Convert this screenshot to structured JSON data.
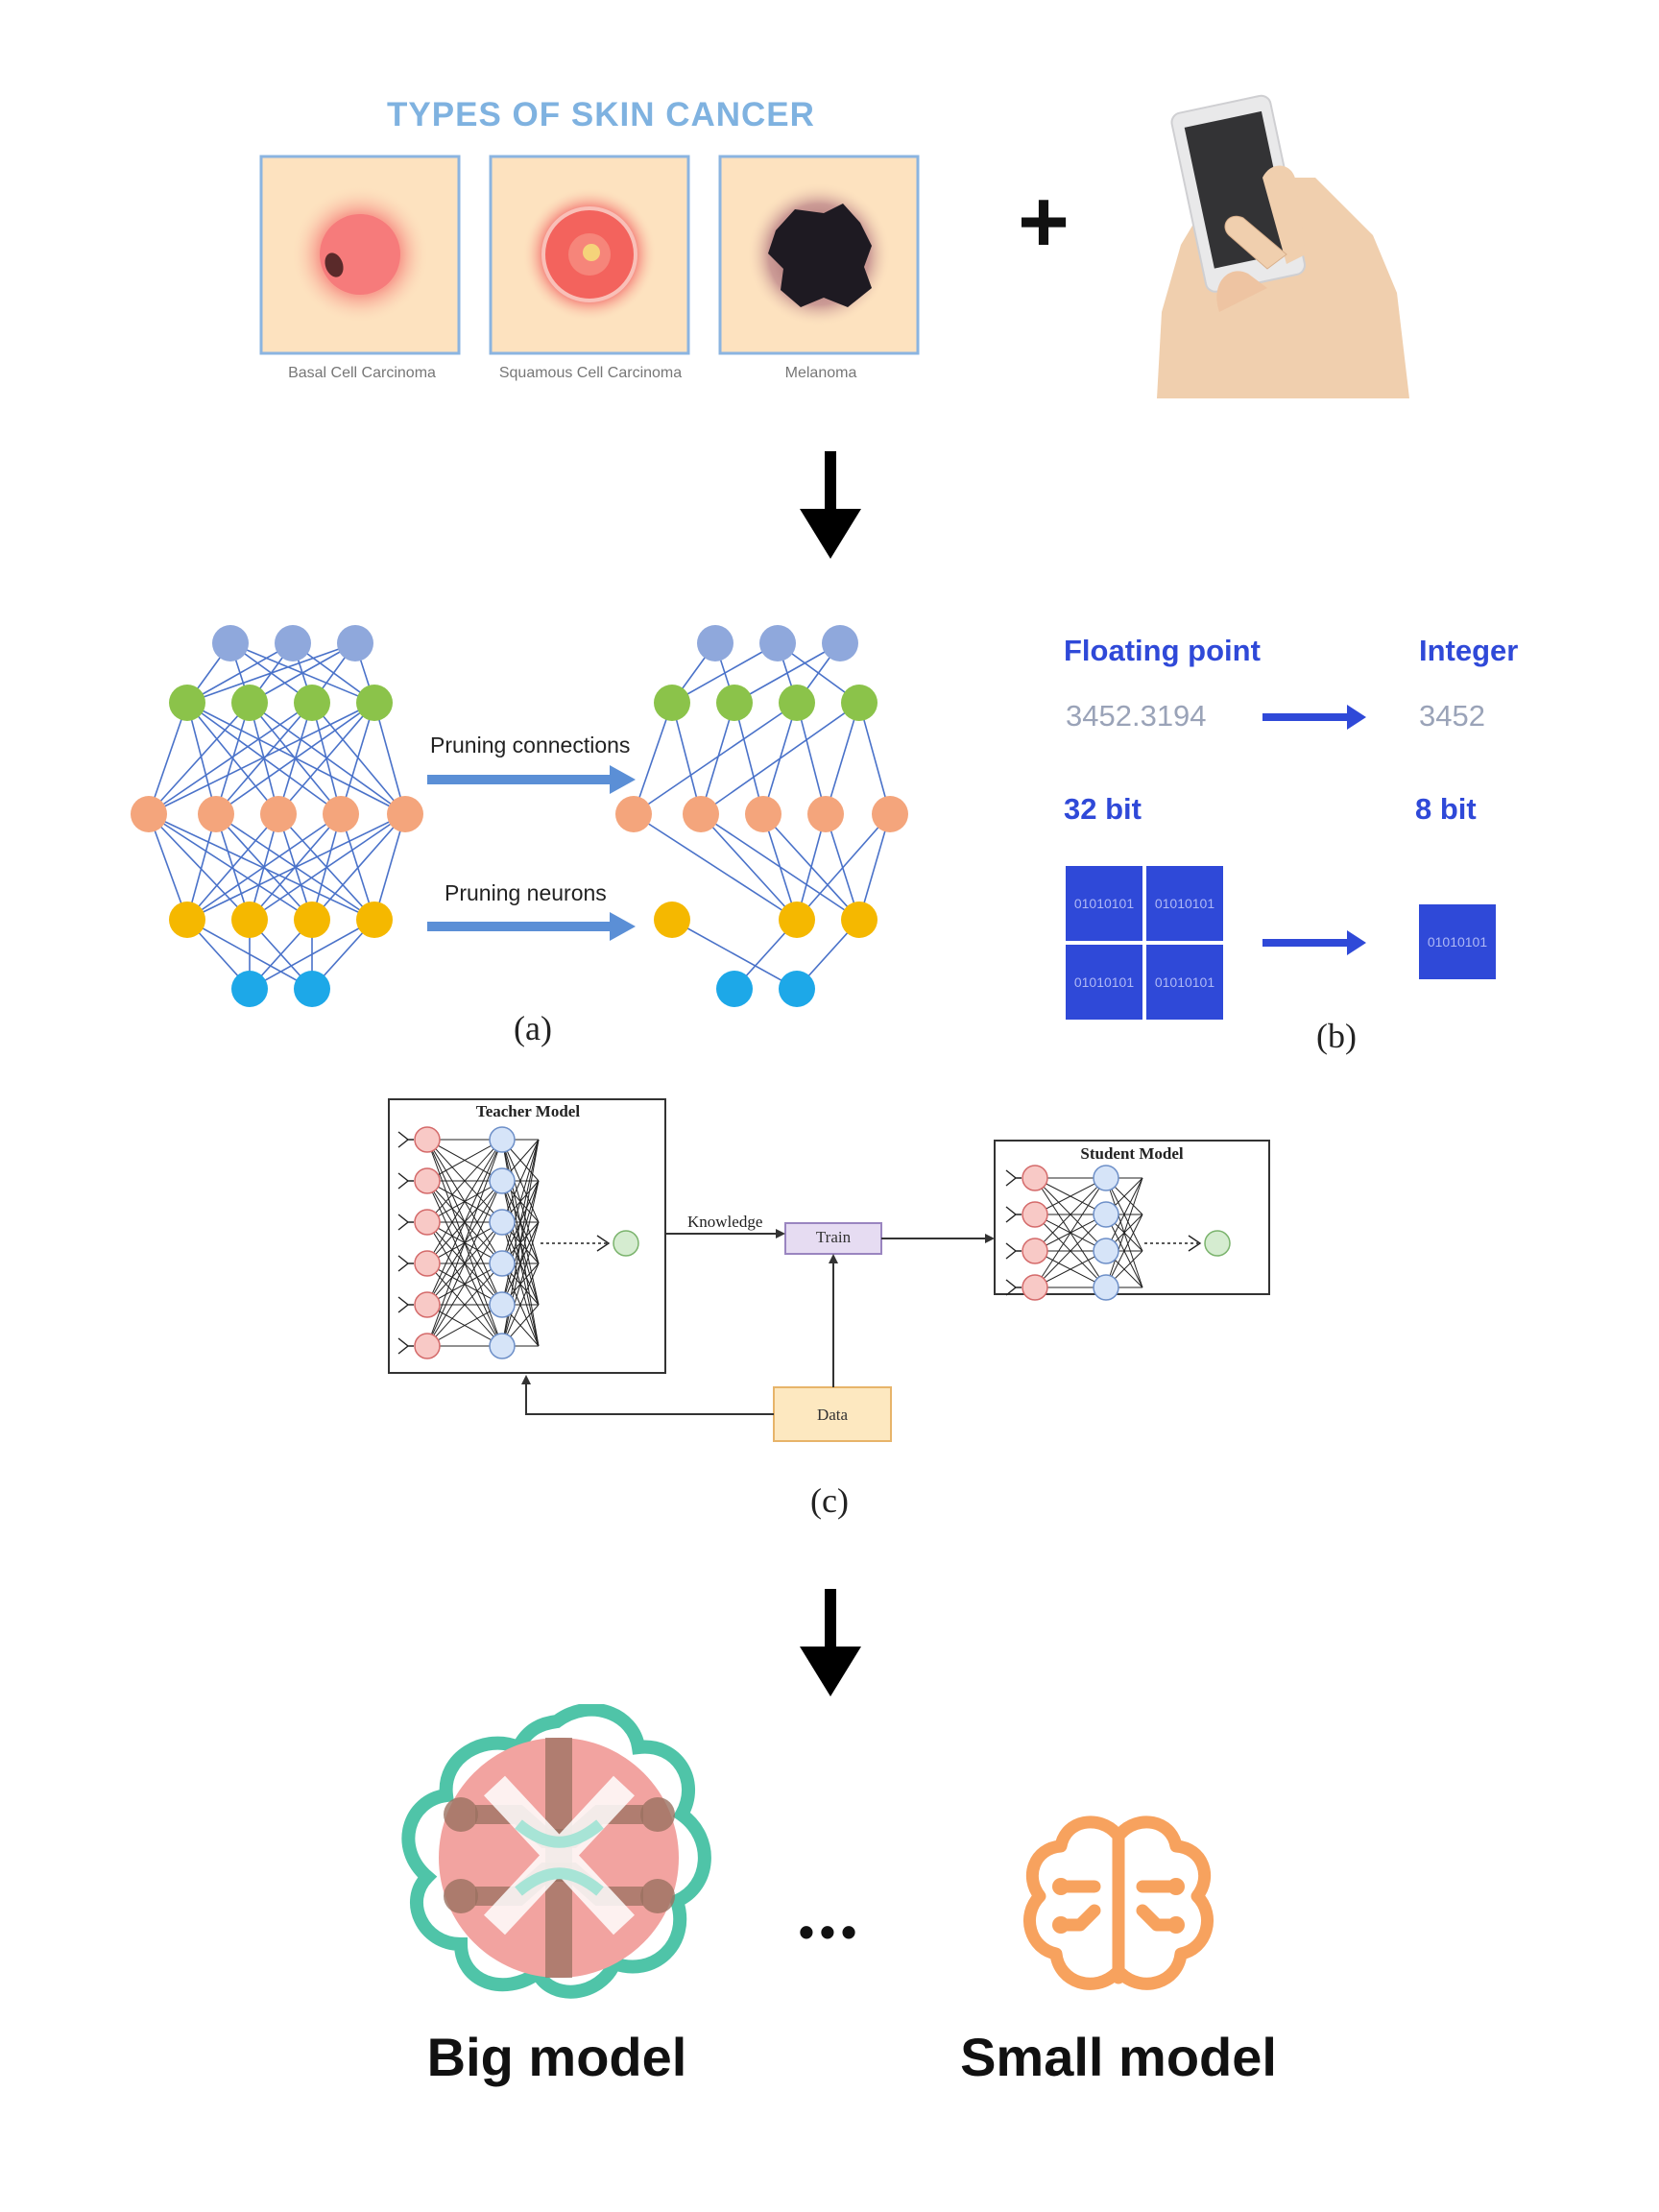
{
  "skin_cancer": {
    "title": "TYPES OF SKIN CANCER",
    "types": [
      {
        "label": "Basal Cell Carcinoma",
        "lesion": "basal-cell-lesion"
      },
      {
        "label": "Squamous Cell Carcinoma",
        "lesion": "squamous-cell-lesion"
      },
      {
        "label": "Melanoma",
        "lesion": "melanoma-lesion"
      }
    ]
  },
  "plus_symbol": "+",
  "pruning": {
    "connections_label": "Pruning connections",
    "neurons_label": "Pruning neurons",
    "caption": "(a)"
  },
  "quantization": {
    "from_title": "Floating point",
    "to_title": "Integer",
    "from_value": "3452.3194",
    "to_value": "3452",
    "from_bits": "32 bit",
    "to_bits": "8 bit",
    "block_text": "01010101",
    "caption": "(b)"
  },
  "distillation": {
    "teacher_label": "Teacher Model",
    "student_label": "Student Model",
    "knowledge_label": "Knowledge",
    "train_label": "Train",
    "data_label": "Data",
    "caption": "(c)"
  },
  "ellipsis": "•••",
  "big_model_label": "Big model",
  "small_model_label": "Small model",
  "colors": {
    "skin_title": "#7fb2e0",
    "panel_bg": "#fde2bf",
    "panel_border": "#8bb4e0",
    "layer_blue": "#8fa8dc",
    "layer_green": "#8bc34a",
    "layer_orange": "#f4a57c",
    "layer_yellow": "#f5b800",
    "layer_cyan": "#1da8e8",
    "edge": "#4a72c9",
    "arrow_blue": "#5b8fd6",
    "quant_blue": "#2f49d8",
    "quant_gray": "#9aa3b8",
    "big_model_teal": "#4fc4a8",
    "big_model_pink": "#f2a3a0",
    "small_model_orange": "#f7a25e"
  }
}
